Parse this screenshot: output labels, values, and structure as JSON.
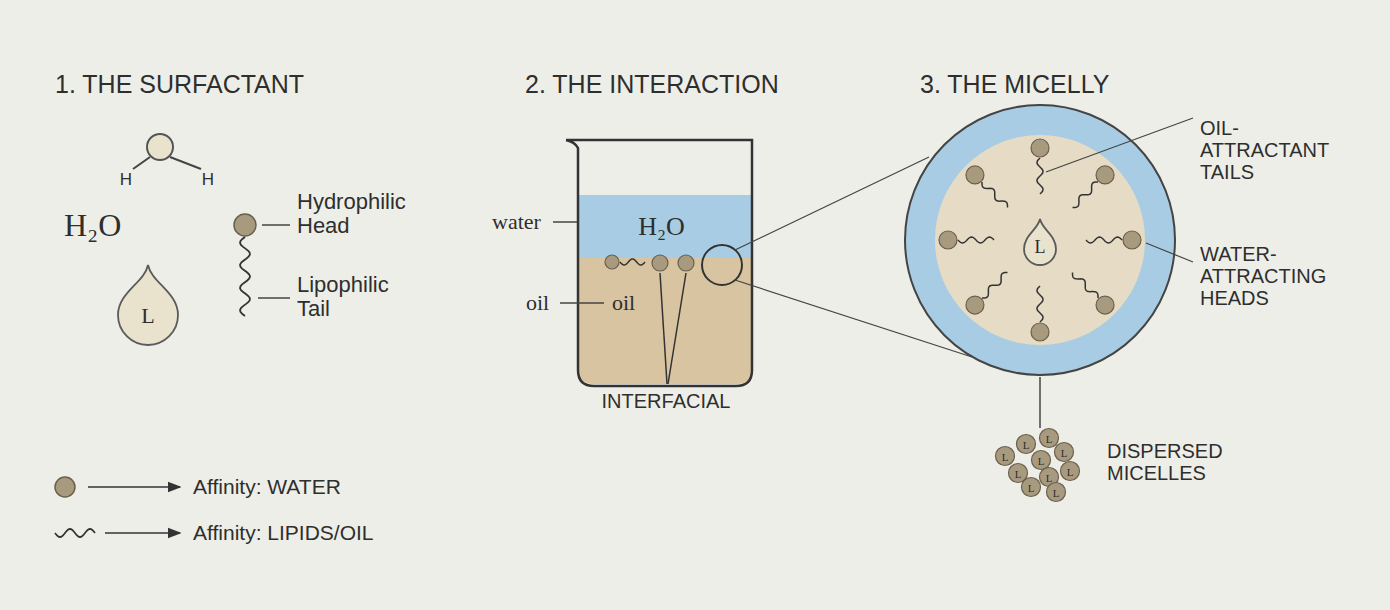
{
  "diagram": {
    "nodes": [
      {
        "text": [
          "L"
        ]
      },
      {
        "text": [
          "H₂O"
        ]
      },
      {
        "text": [
          "oil"
        ]
      },
      {
        "text": [
          "L"
        ]
      }
    ],
    "labels": [
      "1. THE SURFACTANT",
      "H",
      "H",
      "H₂O",
      "Hydrophilic Head",
      "Lipophilic Tail",
      "2. THE INTERACTION",
      "water",
      "oil",
      "INTERFACIAL",
      "3. THE MICELLY",
      "OIL- ATTRACTANT TAILS",
      "WATER- ATTRACTING HEADS",
      "DISPERSED MICELLES",
      "L",
      "L",
      "L",
      "L",
      "L",
      "L",
      "L",
      "L",
      "L",
      "L"
    ],
    "legend": [
      {
        "text": "Affinity: WATER"
      },
      {
        "text": "Affinity: LIPIDS/OIL"
      }
    ]
  }
}
